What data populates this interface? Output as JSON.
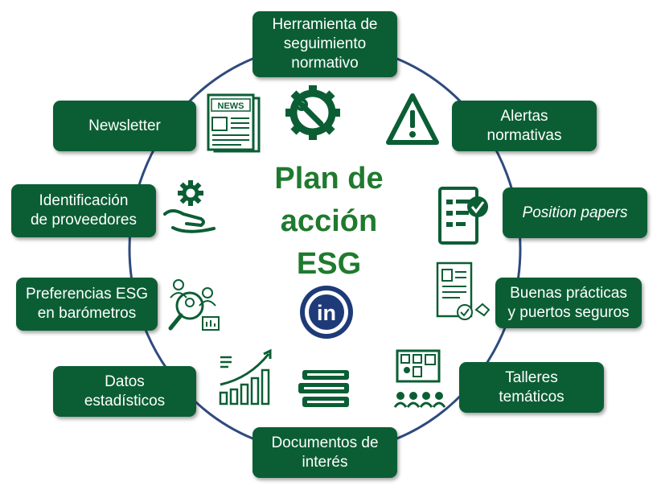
{
  "center": {
    "title": "Plan de\nacción\nESG"
  },
  "boxes": {
    "herramienta": "Herramienta de\nseguimiento\nnormativo",
    "alertas": "Alertas\nnormativas",
    "newsletter": "Newsletter",
    "position": "Position papers",
    "identificacion": "Identificación\nde proveedores",
    "buenas": "Buenas prácticas\ny puertos seguros",
    "preferencias": "Preferencias ESG\nen barómetros",
    "datos": "Datos\nestadísticos",
    "talleres": "Talleres\ntemáticos",
    "documentos": "Documentos de\ninterés"
  },
  "icons": {
    "news_label": "NEWS",
    "logo_letter": "in"
  },
  "colors": {
    "box_fill": "#0b5e34",
    "box_text": "#ffffff",
    "ring": "#2e4a7f",
    "title": "#1f7a2e",
    "icon": "#0b5e34",
    "logo_fill": "#1f3a78"
  }
}
